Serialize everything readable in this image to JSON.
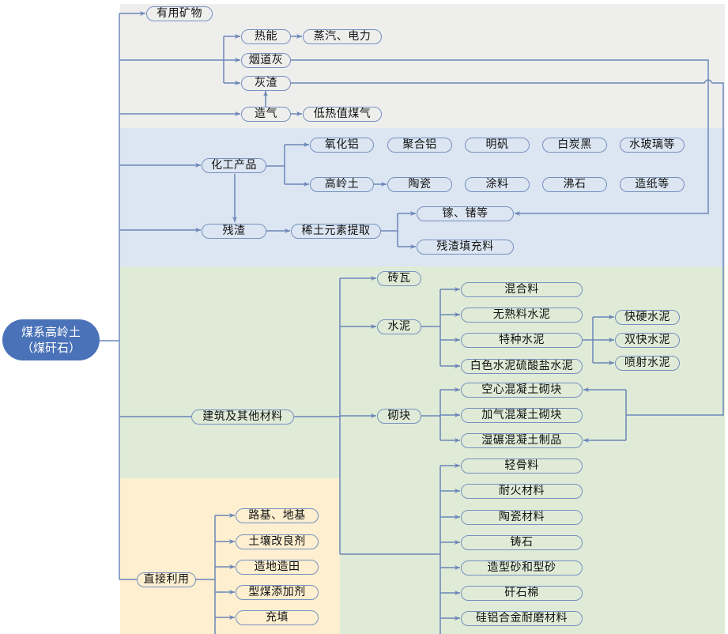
{
  "root": {
    "line1": "煤系高岭土",
    "line2": "（煤矸石）"
  },
  "energy": {
    "useful_minerals": "有用矿物",
    "heat": "热能",
    "steam_power": "蒸汽、电力",
    "flue_ash": "烟道灰",
    "ash_slag": "灰渣",
    "gasification": "造气",
    "low_heat_gas": "低热值煤气"
  },
  "chemical": {
    "chemical_products": "化工产品",
    "row1": [
      "氧化铝",
      "聚合铝",
      "明矾",
      "白炭黑",
      "水玻璃等"
    ],
    "row2": [
      "高岭土",
      "陶瓷",
      "涂料",
      "沸石",
      "造纸等"
    ],
    "residue": "残渣",
    "rare_earth": "稀土元素提取",
    "gallium_germanium": "镓、锗等",
    "residue_filler": "残渣填充料"
  },
  "building": {
    "label": "建筑及其他材料",
    "bricks": "砖瓦",
    "cement": "水泥",
    "cement_types": [
      "混合料",
      "无熟料水泥",
      "特种水泥",
      "白色水泥硫酸盐水泥"
    ],
    "special_cement_types": [
      "快硬水泥",
      "双快水泥",
      "喷射水泥"
    ],
    "blocks": "砌块",
    "block_types": [
      "空心混凝土砌块",
      "加气混凝土砌块",
      "湿碾混凝土制品"
    ],
    "other_materials": [
      "轻骨料",
      "耐火材料",
      "陶瓷材料",
      "铸石",
      "造型砂和型砂",
      "矸石棉",
      "硅铝合金耐磨材料"
    ]
  },
  "direct": {
    "label": "直接利用",
    "items": [
      "路基、地基",
      "土壤改良剂",
      "造地造田",
      "型煤添加剂",
      "充填"
    ]
  },
  "colors": {
    "root_fill": "#4a72b8",
    "line": "#6b86b8",
    "band_energy": "#eeeeed",
    "band_chemical": "#dce6f2",
    "band_building": "#dfebd7",
    "band_direct": "#fdefd0"
  }
}
